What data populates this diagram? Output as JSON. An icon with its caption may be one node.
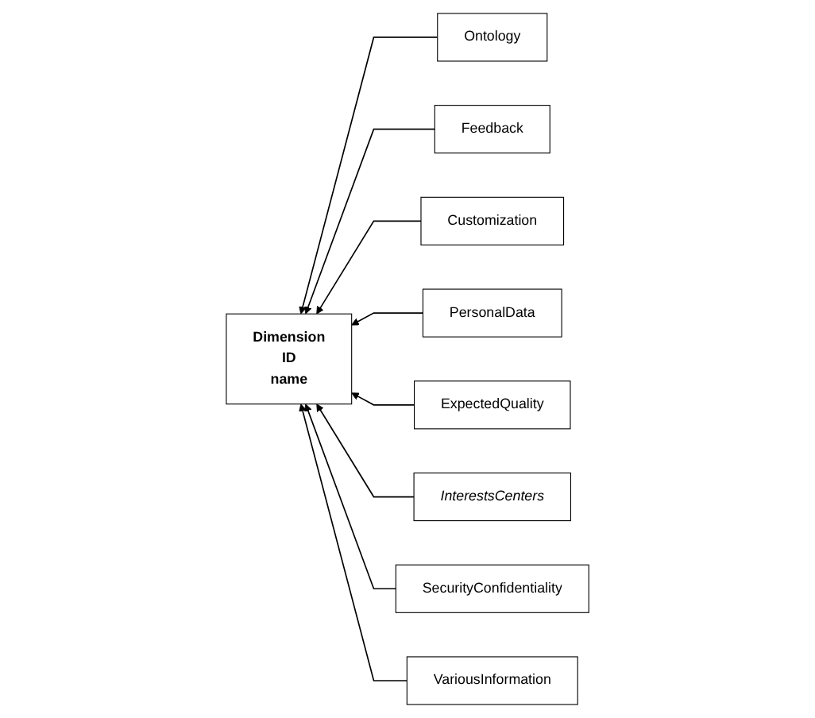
{
  "diagram": {
    "nodes": [
      {
        "text": [
          "Dimension",
          "ID",
          "name"
        ]
      },
      {
        "text": [
          "Ontology"
        ]
      },
      {
        "text": [
          "Feedback"
        ]
      },
      {
        "text": [
          "Customization"
        ]
      },
      {
        "text": [
          "PersonalData"
        ]
      },
      {
        "text": [
          "ExpectedQuality"
        ]
      },
      {
        "text": [
          "InterestsCenters"
        ]
      },
      {
        "text": [
          "SecurityConfidentiality"
        ]
      },
      {
        "text": [
          "VariousInformation"
        ]
      }
    ],
    "edges": [
      {
        "from": 1,
        "to": 0,
        "arrow": "to"
      },
      {
        "from": 2,
        "to": 0,
        "arrow": "to"
      },
      {
        "from": 3,
        "to": 0,
        "arrow": "to"
      },
      {
        "from": 4,
        "to": 0,
        "arrow": "to"
      },
      {
        "from": 5,
        "to": 0,
        "arrow": "to"
      },
      {
        "from": 6,
        "to": 0,
        "arrow": "to"
      },
      {
        "from": 7,
        "to": 0,
        "arrow": "to"
      },
      {
        "from": 8,
        "to": 0,
        "arrow": "to"
      }
    ]
  }
}
